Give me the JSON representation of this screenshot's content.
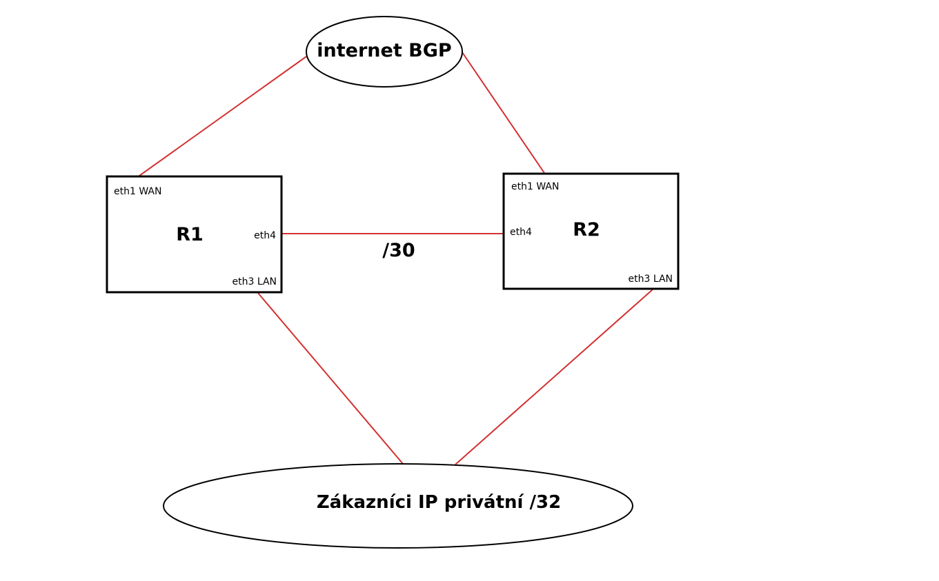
{
  "colors": {
    "background": "#ffffff",
    "link": "#d32f2f",
    "outline": "#000000"
  },
  "nodes": {
    "internet": {
      "label": "internet BGP"
    },
    "r1": {
      "label": "R1",
      "ports": {
        "wan": "eth1 WAN",
        "inter": "eth4",
        "lan": "eth3 LAN"
      }
    },
    "r2": {
      "label": "R2",
      "ports": {
        "wan": "eth1 WAN",
        "inter": "eth4",
        "lan": "eth3 LAN"
      }
    },
    "customers": {
      "label": "Zákazníci IP privátní /32"
    }
  },
  "links": {
    "r1_r2_subnet": "/30"
  }
}
